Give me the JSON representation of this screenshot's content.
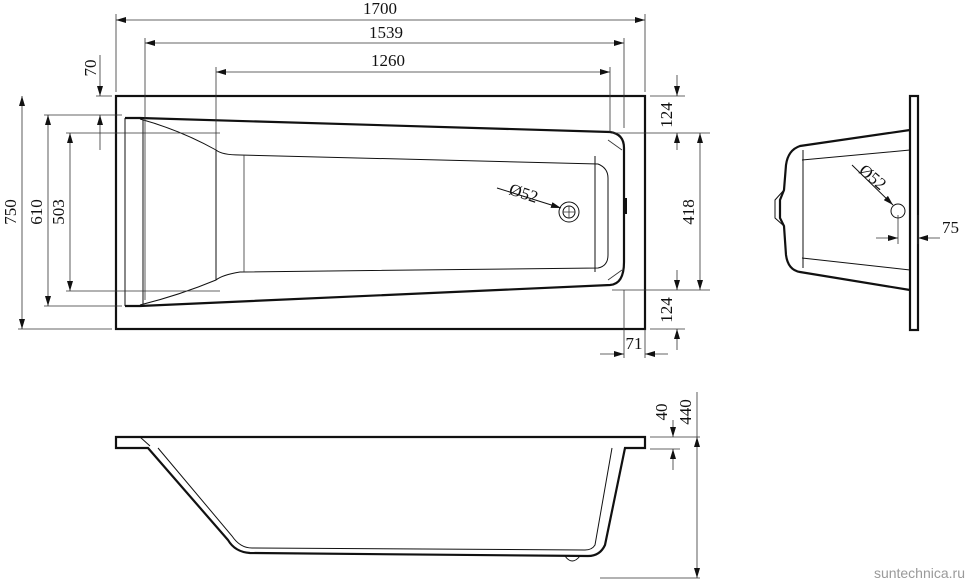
{
  "top_view": {
    "dims": {
      "length_overall": "1700",
      "length_1539": "1539",
      "length_1260": "1260",
      "rim_70": "70",
      "width_750": "750",
      "width_610": "610",
      "width_503": "503",
      "right_124_top": "124",
      "right_418": "418",
      "right_124_bottom": "124",
      "offset_71": "71",
      "drain_diameter": "Ø52"
    }
  },
  "end_view": {
    "dims": {
      "drain_diameter": "Ø52",
      "offset_75": "75"
    }
  },
  "side_view": {
    "dims": {
      "rim_40": "40",
      "height_440": "440"
    }
  },
  "watermark": "suntechnica.ru"
}
